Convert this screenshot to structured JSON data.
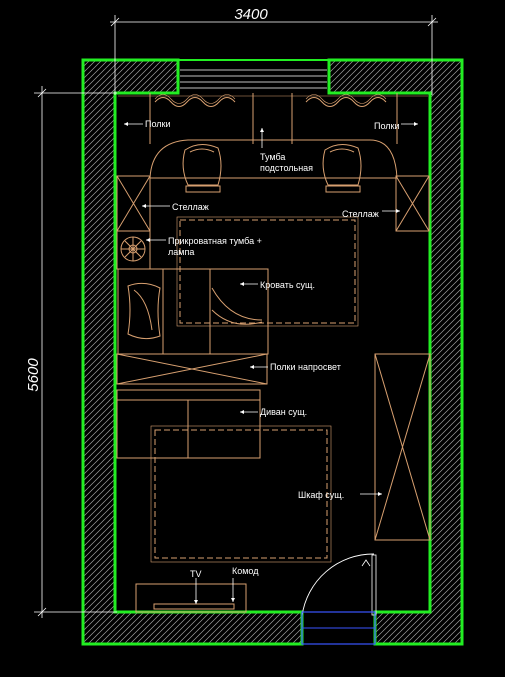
{
  "dimensions": {
    "width": "3400",
    "height": "5600"
  },
  "labels": {
    "polki_left": "Полки",
    "polki_right": "Полки",
    "tumba_line1": "Тумба",
    "tumba_line2": "подстольная",
    "stellazh_left": "Стеллаж",
    "stellazh_right": "Стеллаж",
    "nightstand_line1": "Прикроватная тумба +",
    "nightstand_line2": "лампа",
    "bed": "Кровать сущ.",
    "shelves_over": "Полки напросвет",
    "sofa": "Диван сущ.",
    "wardrobe": "Шкаф сущ.",
    "tv": "TV",
    "komod": "Комод"
  },
  "colors": {
    "wall": "#22ee22",
    "furniture": "#d8a070",
    "line": "#ffffff",
    "hatch": "#a0a0a0",
    "door": "#3a55ff",
    "background": "#000000"
  }
}
